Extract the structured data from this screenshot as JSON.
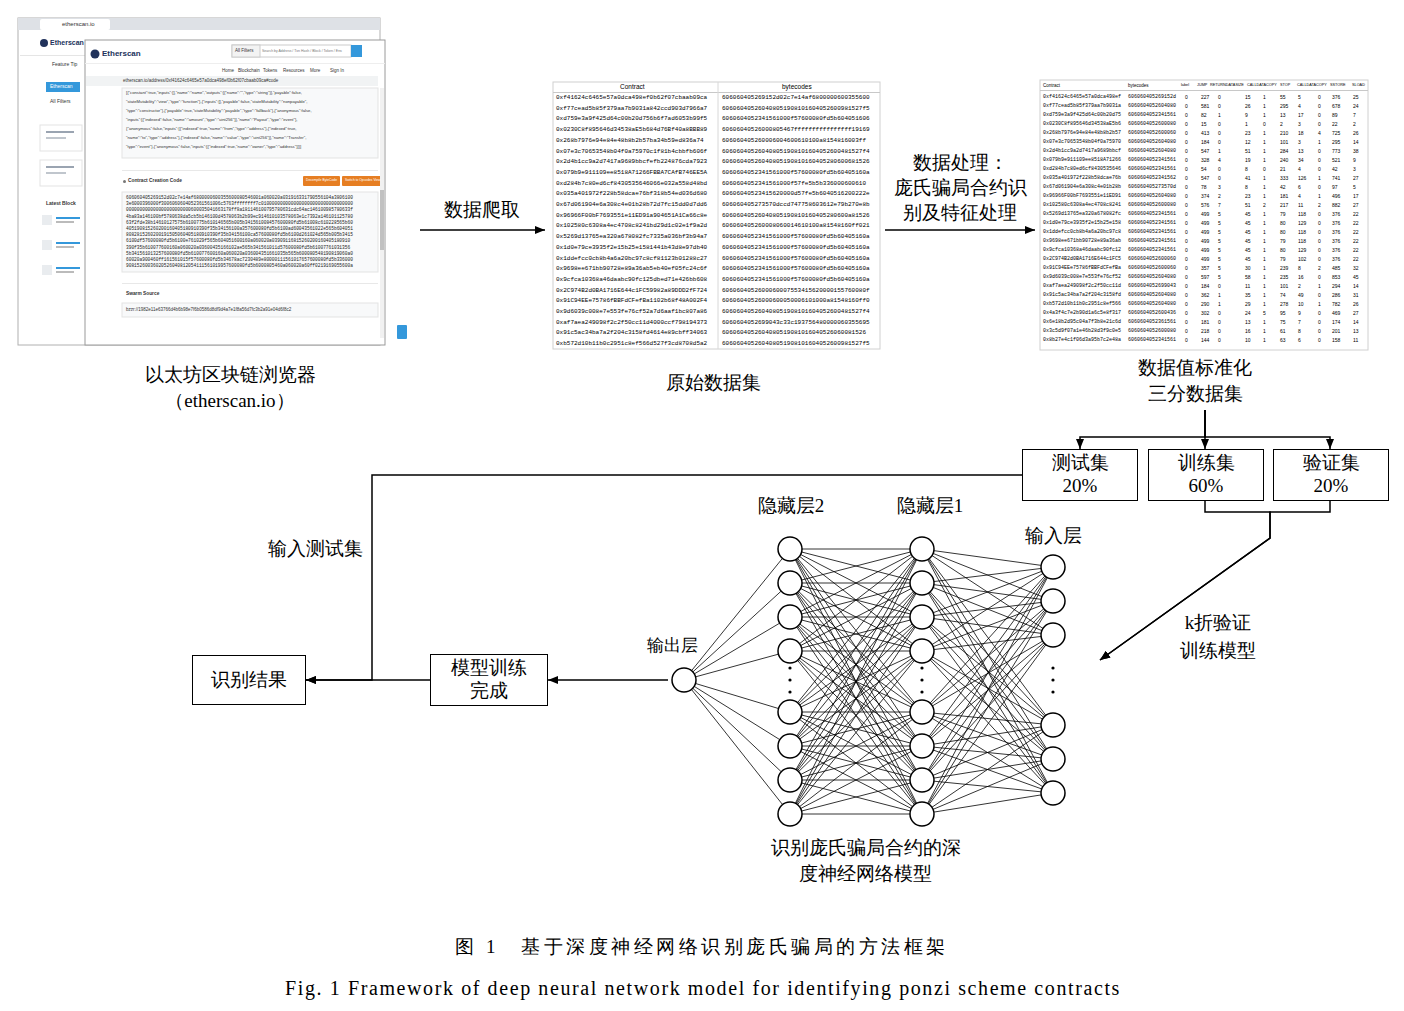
{
  "diagram": {
    "caption": "图 1　基于深度神经网络识别庞氏骗局的方法框架",
    "nodes": [
      {
        "text": [
          "以太坊区块链浏览器 （etherscan.io）"
        ]
      },
      {
        "text": [
          "原始数据集"
        ]
      },
      {
        "text": [
          "数据值标准化 三分数据集"
        ]
      },
      {
        "text": [
          "测试集 20%"
        ]
      },
      {
        "text": [
          "训练集 60%"
        ]
      },
      {
        "text": [
          "验证集 20%"
        ]
      },
      {
        "text": [
          "识别庞氏骗局合约的深 度神经网络模型"
        ]
      },
      {
        "text": [
          "模型训练 完成"
        ]
      },
      {
        "text": [
          "识别结果"
        ]
      }
    ],
    "edges": [
      {
        "from": 0,
        "to": 1,
        "arrow": "to",
        "label": "数据爬取"
      },
      {
        "from": 1,
        "to": 2,
        "arrow": "to",
        "label": "数据处理： 庞氏骗局合约识 别及特征处理"
      },
      {
        "from": 2,
        "to": 3,
        "arrow": "to"
      },
      {
        "from": 2,
        "to": 4,
        "arrow": "to"
      },
      {
        "from": 2,
        "to": 5,
        "arrow": "to"
      },
      {
        "from": 3,
        "to": 8,
        "arrow": "to",
        "label": "输入测试集"
      },
      {
        "from": 4,
        "to": 6,
        "arrow": "to",
        "label": "k折验证 训练模型"
      },
      {
        "from": 5,
        "to": 6,
        "arrow": "to"
      },
      {
        "from": 6,
        "to": 7,
        "arrow": "to"
      },
      {
        "from": 7,
        "to": 8,
        "arrow": "to"
      }
    ],
    "labels": [
      "etherscan.io",
      "Etherscan",
      "Feature Tip",
      "Etherscan",
      "All Filters",
      "Latest Block",
      "Etherscan",
      "All Filters",
      "Search by Address / Txn Hash / Block / Token / Ens",
      "Home",
      "Blockchain",
      "Tokens",
      "Resources",
      "More",
      "Sign In",
      "etherscan.io/address/0xf41624c6465e57a0dca498ef0b62f07cbaab09ca#code",
      "[{\"constant\":true,\"inputs\":[],\"name\":\"name\",\"outputs\":[{\"name\":\"\",\"type\":\"string\"}],\"payable\":false,",
      "\"stateMutability\":\"view\",\"type\":\"function\"},{\"inputs\":[],\"payable\":false,\"stateMutability\":\"nonpayable\",",
      "\"type\":\"constructor\"},{\"payable\":true,\"stateMutability\":\"payable\",\"type\":\"fallback\"},{\"anonymous\":false,",
      "\"inputs\":[{\"indexed\":false,\"name\":\"amount\",\"type\":\"uint256\"}],\"name\":\"Payout\",\"type\":\"event\"},",
      "{\"anonymous\":false,\"inputs\":[{\"indexed\":true,\"name\":\"from\",\"type\":\"address\"},{\"indexed\":true,",
      "\"name\":\"to\",\"type\":\"address\"},{\"indexed\":false,\"name\":\"value\",\"type\":\"uint256\"}],\"name\":\"Transfer\",",
      "\"type\":\"event\"},{\"anonymous\":false,\"inputs\":[{\"indexed\":true,\"name\":\"owner\",\"type\":\"address\"}]}]",
      "Contract Creation Code",
      "Decompile ByteCode",
      "Switch to Opcodes View",
      "606060405269152d02c7e14af6800000600355600080546001a060020a031916331790556104a3806100",
      "3e6000396000f3006060604052361561006c5763ffffffff7c0100000000000000000000000000000000",
      "000000000000000000000000600035041663178ff8a181146100795780631cdc64ac146100985780633f",
      "4ba83a146100bf5780638da5cb5b146100d4578063b2b99ec914610103578063e1c7392a146101125780",
      "63f2fde38b14610127575b6100775b610146565b005b341561008457600080fd5b61008c610228565b60",
      "405190815260200160405180910390f35b34156100a357600080fd5b6100ad60043561022e565b604051",
      "8082815260200191505060405180910390f35b34156100ca57600080fd5b6100d261024d565b005b3415",
      "6100df57600080fd5b6100e761029f565b604051600160a060020a03909116815260200160405180910",
      "390f35b610077600160a060020a03600435166102ae565b341561011d57600080fd5b61007761031356",
      "5b341561013257600080fd5b610077600160a060020a036004351661035b565b600080548190819060a0",
      "60020a900460ff161561015f57600080fd5b34678ac7230489e80000111561017657600080fd5b336000",
      "90815260036020526040812054111561019957600080fd5b6000805460a060020a60ff0219169055600a",
      "Swarm Source",
      "bzzr://1982e11e63766d4b6b98e7f6b0586d8df9d4a7e1f8a56d7fc3b2a91e04d6f8c2",
      "Contract",
      "bytecodes",
      "0xf41624c6465e57a0dca498ef0b62f07cbaab09ca",
      "606060405269152d02c7e14af6800000600355600",
      "0xf77cead5b85f379aa7b9031a842ccd903d7966a7",
      "606060405260408051908101604052600981527f5",
      "0xd759e3a9f425d64c00b20d756b6f7ad6053b99f5",
      "6060604052341561000f57600080fd5b604051606",
      "0x0230C8f895646d34538aE5b684d76Bf40a8BBB89",
      "60606040526000805467ffffffffffffffff19169",
      "0x268b7976e94e84e48b8b2b57ba34b59ed836a74",
      "606060405260006004600610100a8154816003ff",
      "0x07e3c70653548b04f0a75970c1f81b4cbbfb606f",
      "606060405260408051908101604052600481527f4",
      "0x2d4b1cc9a2d7417a9689bbcfefb224876cda7923",
      "60606040526040805190810160405280600681526",
      "0x079b9e911109ee8518A71266FBBA7CAfB746EE5A",
      "6060604052341561000f57600080fd5b60405160a",
      "0xd284b7c80ed6cf8430535646066e032a558d48bd",
      "6060604052341561000f57fe5b5b336000600610",
      "0x035a401972f228b58dcae76bf318b54ed036d680",
      "60606040523415620000d57fe5b6040516200222e",
      "0x67d061904e6a308c4e01b28b72d7fc15dd0d7dd6",
      "606060405273570dccd747758603612e79b270e8b",
      "0x96966F00bF7693551e11ED91a904651A1Ca66c8e",
      "60606040526040805190810160405280600a81526",
      "0x102580c6308a4ec4708c8241bd29d1c02e1f9a2d",
      "606060405260008060014610100a81548160ff021",
      "0x5269d13765ea320a678082fc7335a036bf3b94a7",
      "6060604052341561000f57600080fd5b60405160a",
      "0x1d0e79ce3935f2e15b25e1581441b43d8e97db40",
      "6060604052341561000f57600080fd5b60405160a",
      "0x1ddefcc0cb8b4a6a20bc97c8cf81123b01288c27",
      "6060604052341561000f57600080fd5b60405160a",
      "0x9698ee671bb90728e89a36ab5eb40ef05fc24c6f",
      "6060604052341561000f57600080fd5b60405160a",
      "0x9cfca10368a46daabc90fc125dbed71e426bb608",
      "6060604052341561000f57600080fd5b60405160a",
      "0x2C974B2d0BA1716E644c1FC59982a89DDD2fF724",
      "6060604052600060007553415620000155760080f",
      "0x91C94EEe75786fBBFdCFefBa1102b68f48A002F4",
      "60606040526000600050006101000a81548160ff0",
      "0x9d6039c008e7e553fe76cf52a7d6aaf1bc807a86",
      "606060405260408051908101604052600481527f4",
      "0xaf7aea249098f2c2f50cc11d4000ccf798194373",
      "6060604052699043c33c193756480000060355695",
      "0x91c5ac34ba7a2f204c3158fd4614e89cbff34063",
      "6060604052604080519081016040526060081526",
      "0xb572d10b11b0c2951c8ef566d527f3cd8708d5a2",
      "606060405260408051908101604052600981527f5",
      "Contract",
      "bytecodes",
      "label",
      "JUMP",
      "RETURNDATASIZE",
      "CALLDATACOPY",
      "STOP",
      "CALLDATACOPY",
      "SSTORE",
      "SLOAD",
      "0xf41624c6465e57a0dca498ef",
      "606060405269152d",
      "0",
      "227",
      "0",
      "15",
      "1",
      "55",
      "5",
      "0",
      "376",
      "25",
      "0xf77cead5b85f379aa7b9031a",
      "6060604052604080",
      "0",
      "581",
      "0",
      "26",
      "1",
      "295",
      "4",
      "0",
      "678",
      "24",
      "0xd759e3a9f425d64c00b20d75",
      "6060604052341561",
      "0",
      "82",
      "1",
      "9",
      "1",
      "13",
      "17",
      "0",
      "89",
      "7",
      "0x0230C8f895646d34538aE5b6",
      "6060604052600080",
      "0",
      "15",
      "0",
      "1",
      "0",
      "2",
      "3",
      "0",
      "22",
      "2",
      "0x268b7976e94e84e48b8b2b57",
      "6060604052600060",
      "0",
      "413",
      "0",
      "23",
      "1",
      "210",
      "18",
      "4",
      "725",
      "26",
      "0x07e3c70653548b04f0a75970",
      "6060604052604080",
      "0",
      "184",
      "0",
      "12",
      "1",
      "101",
      "3",
      "1",
      "295",
      "14",
      "0x2d4b1cc9a2d7417a9689bbcf",
      "6060604052604080",
      "0",
      "547",
      "1",
      "51",
      "1",
      "284",
      "13",
      "0",
      "773",
      "38",
      "0x079b9e911109ee8518A71266",
      "6060604052341561",
      "0",
      "328",
      "4",
      "19",
      "1",
      "240",
      "34",
      "0",
      "521",
      "9",
      "0xd284b7c80ed6cf8430535646",
      "6060604052341561",
      "0",
      "54",
      "0",
      "8",
      "0",
      "21",
      "4",
      "0",
      "42",
      "3",
      "0x035a401972f228b58dcae76b",
      "6060604052341562",
      "0",
      "547",
      "0",
      "41",
      "1",
      "333",
      "126",
      "1",
      "741",
      "27",
      "0x67d061904e6a308c4e01b28b",
      "606060405273570d",
      "0",
      "78",
      "3",
      "8",
      "1",
      "42",
      "6",
      "0",
      "97",
      "5",
      "0x96966F00bF7693551e11ED91",
      "6060604052604080",
      "0",
      "374",
      "2",
      "23",
      "1",
      "181",
      "4",
      "1",
      "496",
      "17",
      "0x102580c6308a4ec4708c8241",
      "6060604052600080",
      "0",
      "576",
      "7",
      "51",
      "2",
      "217",
      "11",
      "2",
      "882",
      "27",
      "0x5269d13765ea320a678082fc",
      "6060604052341561",
      "0",
      "499",
      "5",
      "45",
      "1",
      "79",
      "118",
      "0",
      "376",
      "22",
      "0x1d0e79ce3935f2e15b25e158",
      "6060604052341561",
      "0",
      "499",
      "5",
      "45",
      "1",
      "80",
      "129",
      "0",
      "376",
      "22",
      "0x1ddefcc0cb8b4a6a20bc97c8",
      "6060604052341561",
      "0",
      "499",
      "5",
      "45",
      "1",
      "80",
      "118",
      "0",
      "376",
      "22",
      "0x9698ee671bb90728e89a36ab",
      "6060604052341561",
      "0",
      "499",
      "5",
      "45",
      "1",
      "79",
      "118",
      "0",
      "376",
      "22",
      "0x9cfca10368a46daabc90fc12",
      "6060604052341561",
      "0",
      "499",
      "5",
      "45",
      "1",
      "80",
      "129",
      "0",
      "376",
      "22",
      "0x2C974B2d0BA1716E644c1FC5",
      "6060604052600060",
      "0",
      "499",
      "5",
      "45",
      "1",
      "79",
      "102",
      "0",
      "376",
      "22",
      "0x91C94EEe75786fBBFdCFefBa",
      "6060604052600060",
      "0",
      "357",
      "5",
      "30",
      "1",
      "239",
      "8",
      "2",
      "485",
      "32",
      "0x9d6039c008e7e553fe76cf52",
      "6060604052604080",
      "0",
      "597",
      "5",
      "58",
      "1",
      "235",
      "16",
      "0",
      "853",
      "45",
      "0xaf7aea249098f2c2f50cc11d",
      "6060604052699043",
      "0",
      "184",
      "0",
      "11",
      "1",
      "101",
      "2",
      "1",
      "294",
      "14",
      "0x91c5ac34ba7a2f204c3158fd",
      "6060604052604080",
      "0",
      "362",
      "1",
      "35",
      "1",
      "74",
      "49",
      "0",
      "286",
      "31",
      "0xb572d10b11b0c2951c8ef566",
      "6060604052604080",
      "0",
      "290",
      "1",
      "29",
      "1",
      "278",
      "10",
      "1",
      "782",
      "26",
      "0x4a3f4c7e2b90d1a6c5e8f317",
      "6060604052600436",
      "0",
      "302",
      "0",
      "24",
      "5",
      "95",
      "9",
      "0",
      "469",
      "27",
      "0x6e18b2d95c04a7f3b8e21c6d",
      "6060604052361561",
      "0",
      "181",
      "0",
      "13",
      "1",
      "75",
      "7",
      "0",
      "174",
      "14",
      "0x3c5d9f07a1e46b28d3f9c0e5",
      "6060604052600080",
      "0",
      "218",
      "0",
      "16",
      "1",
      "61",
      "8",
      "0",
      "201",
      "13",
      "0x8b27e4c1f06d3a95b7c2e48a",
      "6060604052341561",
      "0",
      "144",
      "0",
      "10",
      "1",
      "63",
      "6",
      "0",
      "158",
      "11",
      "隐藏层2",
      "隐藏层1",
      "输入层",
      "输出层",
      "Fig. 1 Framework of deep neural network model for identifying ponzi scheme contracts"
    ]
  }
}
